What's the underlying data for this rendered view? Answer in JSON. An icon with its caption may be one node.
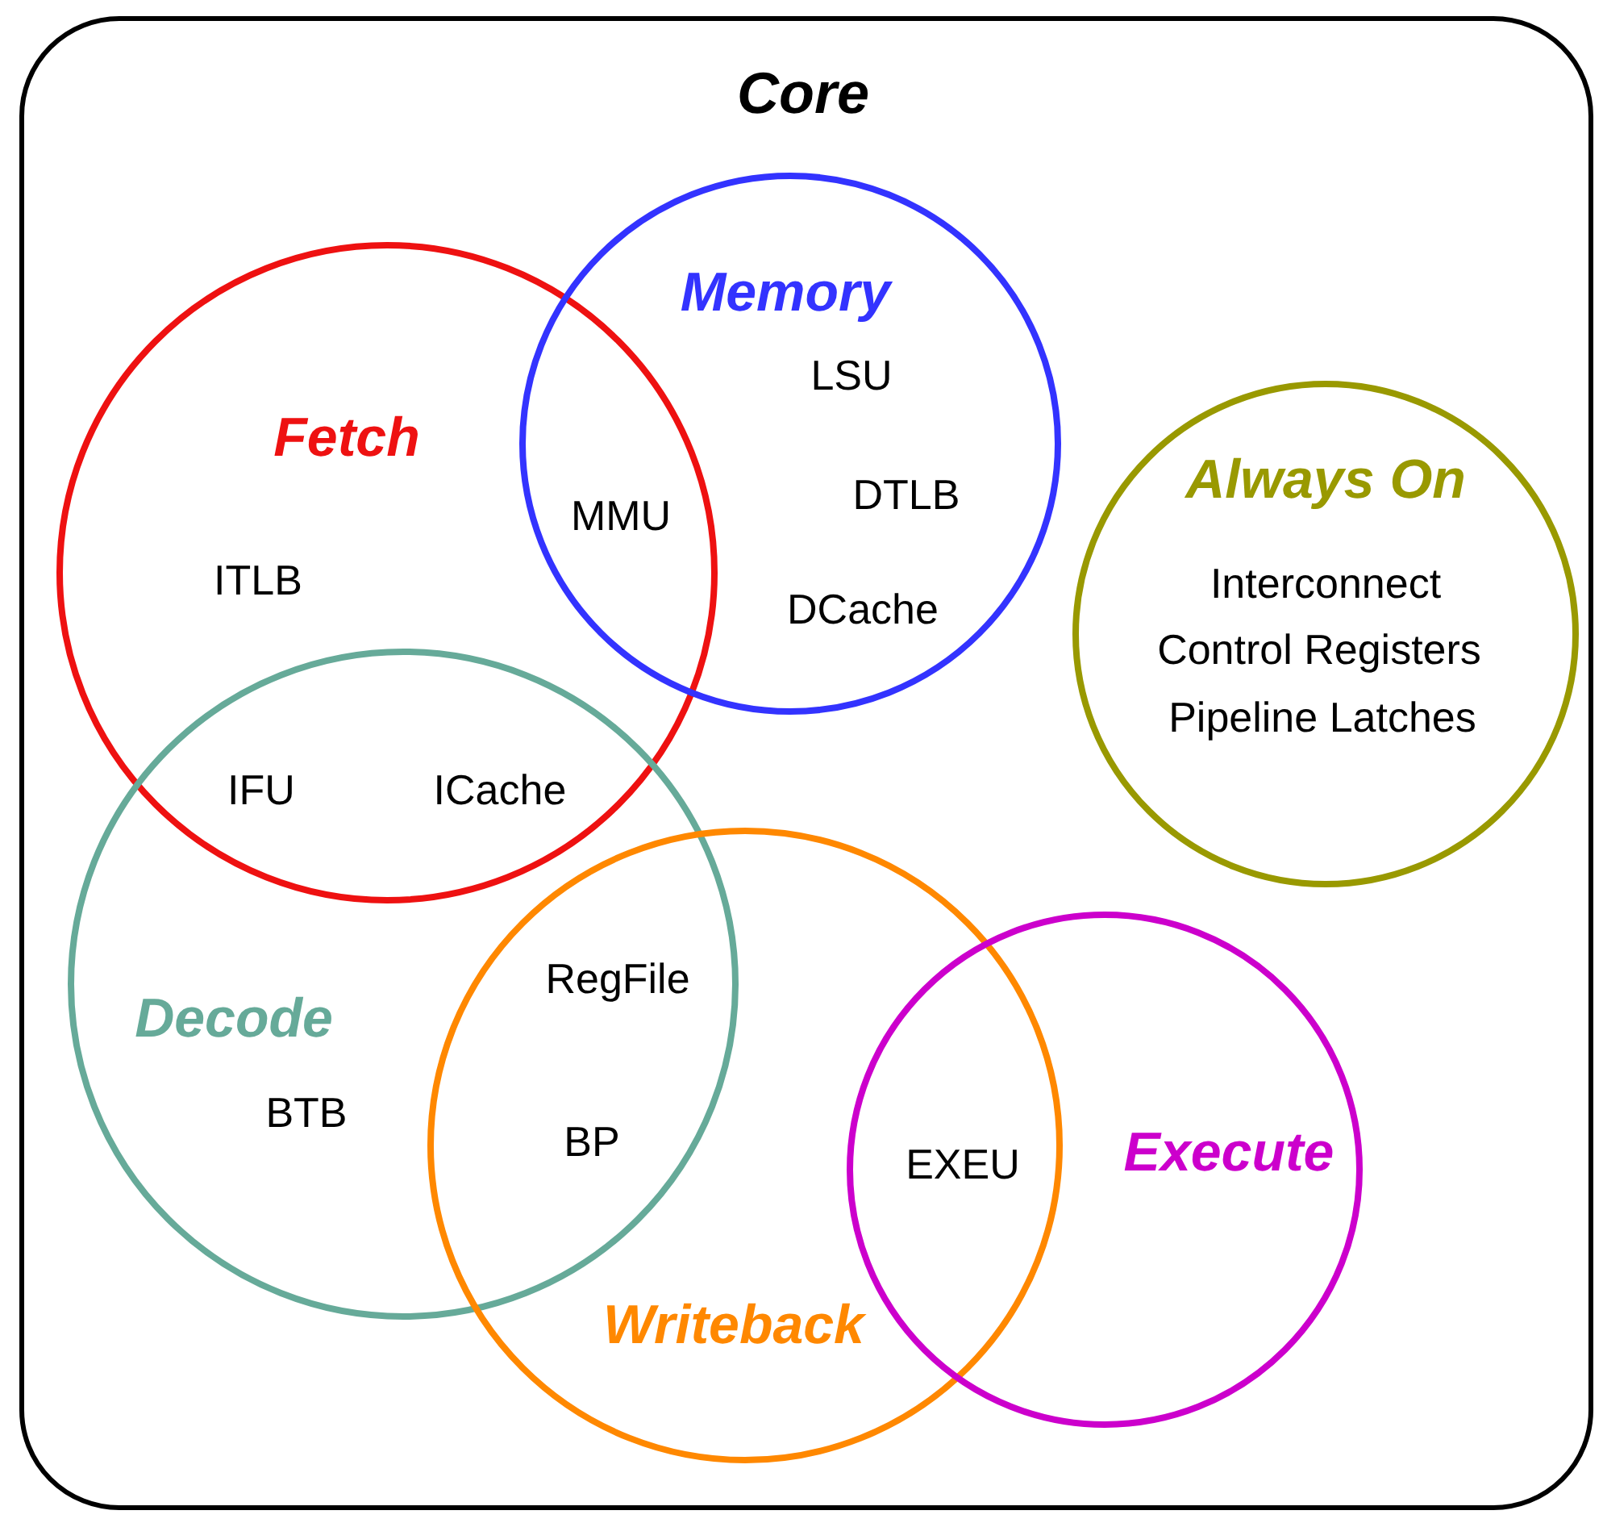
{
  "diagram": {
    "nodes": [
      {
        "text": [
          "Core"
        ]
      },
      {
        "text": [
          "Fetch",
          "ITLB"
        ],
        "in": 0
      },
      {
        "text": [
          "Memory",
          "LSU",
          "DTLB",
          "DCache"
        ],
        "in": 0
      },
      {
        "text": [
          "Always On",
          "Interconnect",
          "Control Registers",
          "Pipeline Latches"
        ],
        "in": 0
      },
      {
        "text": [
          "Decode",
          "BTB"
        ],
        "in": 0
      },
      {
        "text": [
          "Writeback"
        ],
        "in": 0
      },
      {
        "text": [
          "Execute"
        ],
        "in": 0
      }
    ],
    "labels": [
      "MMU",
      "IFU",
      "ICache",
      "RegFile",
      "BP",
      "EXEU"
    ]
  }
}
